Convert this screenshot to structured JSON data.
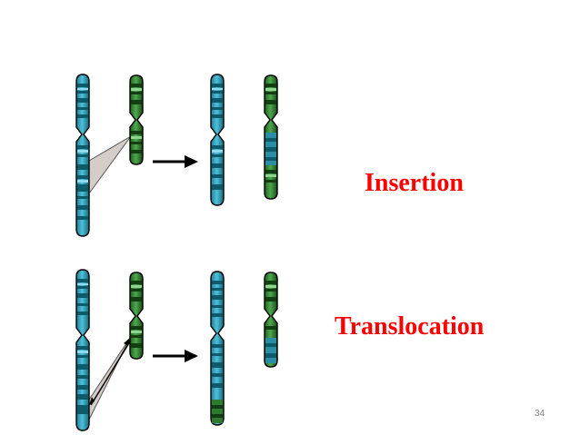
{
  "slide": {
    "labels": {
      "insertion": "Insertion",
      "translocation": "Translocation"
    },
    "page_number": "34"
  },
  "colors": {
    "label": "#ff0000",
    "page_number": "#7f7f7f",
    "chromosome_outline": "#000000",
    "teal_chromosome": "#2a9bb6",
    "teal_dark_band": "#0d5a6b",
    "teal_light_band": "#7fd0e4",
    "green_chromosome": "#2f7a2f",
    "green_dark_band": "#123e12",
    "green_light_band": "#8fd48f",
    "arrow": "#000000",
    "transfer_wedge": "#d4cdc8"
  },
  "icons": {
    "process_arrow": "right-arrow-icon",
    "transfer_indicator": "transfer-wedge-icon"
  }
}
